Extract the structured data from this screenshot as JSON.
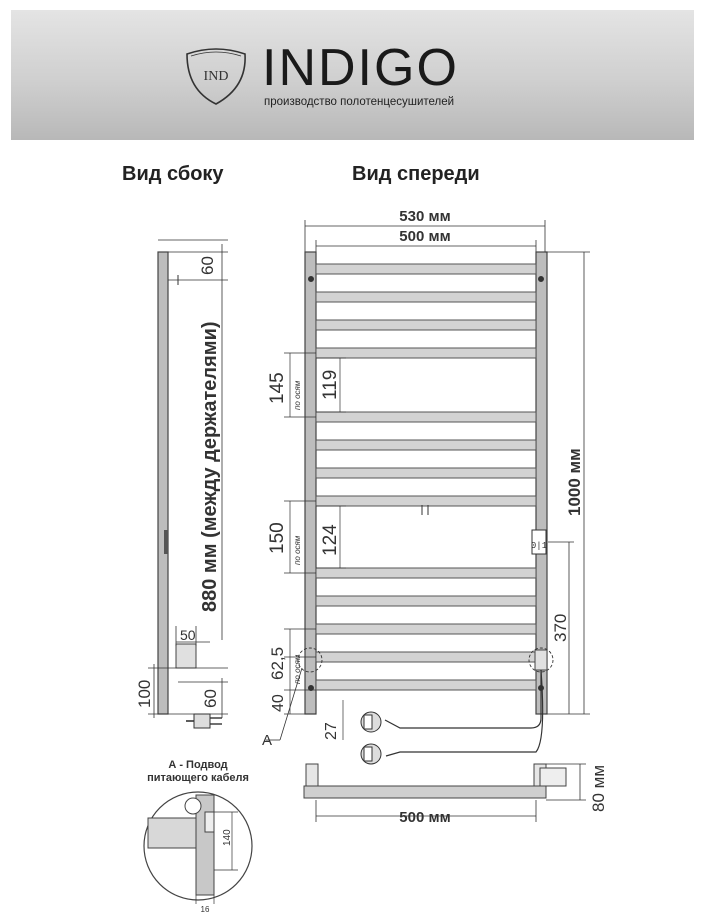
{
  "header": {
    "logo_mark": "IND",
    "brand": "INDIGO",
    "tagline": "производство полотенцесушителей"
  },
  "views": {
    "side": "Вид сбоку",
    "front": "Вид спереди"
  },
  "dimensions": {
    "width_outer": "530 мм",
    "width_inner": "500 мм",
    "height_total": "1000 мм",
    "holder_distance": "880 мм (между держателями)",
    "top_gap": "60",
    "bracket_offset": "50",
    "bottom_holder": "100",
    "bottom_gap": "60",
    "pitch_1": "145",
    "pitch_1_inner": "119",
    "pitch_2": "150",
    "pitch_2_inner": "124",
    "pitch_3": "62,5",
    "bottom_40": "40",
    "bottom_27": "27",
    "switch_height": "370",
    "depth": "80 мм",
    "bottom_width": "500 мм",
    "axis_note": "по осям"
  },
  "detail": {
    "marker": "A",
    "title_line1": "А - Подвод",
    "title_line2": "питающего кабеля",
    "dim_140": "140",
    "dim_16": "16"
  }
}
